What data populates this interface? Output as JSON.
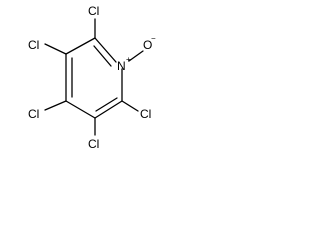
{
  "molecule": {
    "atoms": {
      "cl_top": "Cl",
      "cl_upper_left": "Cl",
      "cl_lower_left": "Cl",
      "cl_bottom": "Cl",
      "cl_right": "Cl",
      "nitrogen": "N",
      "nitrogen_charge": "+",
      "oxygen": "O",
      "oxygen_charge": "−"
    }
  }
}
